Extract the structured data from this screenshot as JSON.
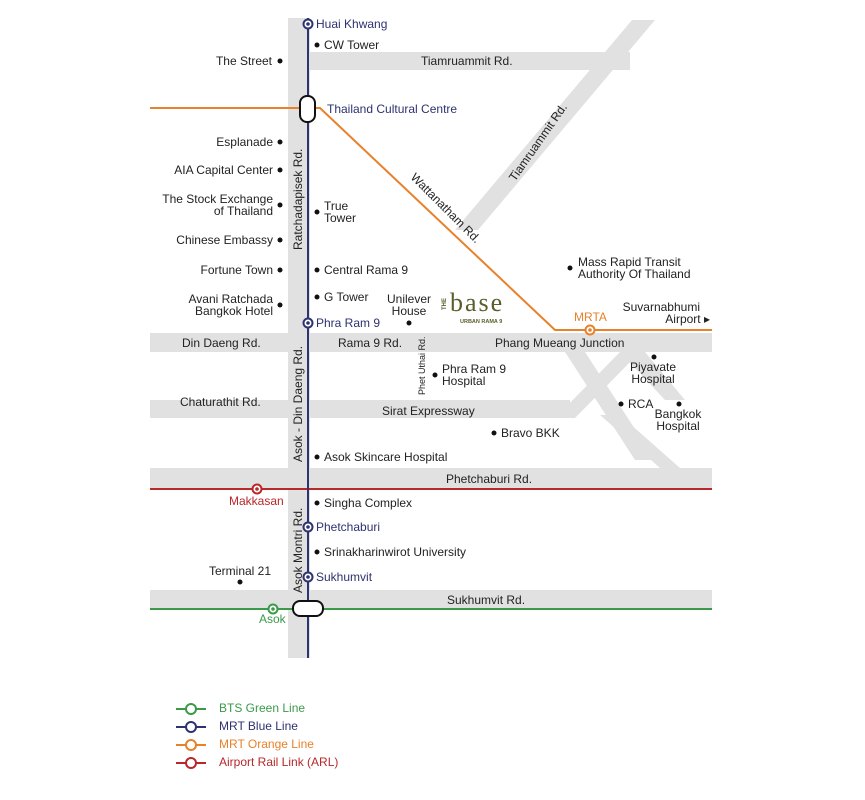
{
  "colors": {
    "road": "#e1e1e1",
    "blue_line": "#2d3270",
    "orange_line": "#e8812a",
    "red_line": "#b8272a",
    "green_line": "#3a9a4a",
    "logo": "#5b5e2c"
  },
  "roads": {
    "tiamruammit_h": "Tiamruammit Rd.",
    "tiamruammit_d": "Tiamruammit Rd.",
    "wattanatham": "Wattanatham Rd.",
    "ratchadapisek": "Ratchadapisek Rd.",
    "asok_din_daeng": "Asok - Din Daeng Rd.",
    "asok_montri": "Asok Montri Rd.",
    "din_daeng": "Din Daeng Rd.",
    "rama9": "Rama 9 Rd.",
    "phang_mueang": "Phang Mueang Junction",
    "phet_uthai": "Phet Uthai Rd.",
    "chaturathit": "Chaturathit Rd.",
    "sirat": "Sirat Expressway",
    "phetchaburi": "Phetchaburi Rd.",
    "sukhumvit": "Sukhumvit Rd."
  },
  "stations": {
    "huai_khwang": "Huai Khwang",
    "thailand_cultural": "Thailand Cultural Centre",
    "phra_ram9": "Phra Ram 9",
    "mrta": "MRTA",
    "makkasan": "Makkasan",
    "phetchaburi": "Phetchaburi",
    "sukhumvit": "Sukhumvit",
    "asok": "Asok"
  },
  "poi": {
    "cw_tower": "CW Tower",
    "the_street": "The Street",
    "esplanade": "Esplanade",
    "aia": "AIA Capital Center",
    "stock_exchange_1": "The Stock Exchange",
    "stock_exchange_2": "of Thailand",
    "true_tower_1": "True",
    "true_tower_2": "Tower",
    "chinese_embassy": "Chinese Embassy",
    "fortune_town": "Fortune Town",
    "central_rama9": "Central Rama 9",
    "avani_1": "Avani Ratchada",
    "avani_2": "Bangkok Hotel",
    "g_tower": "G Tower",
    "unilever_1": "Unilever",
    "unilever_2": "House",
    "mrta_auth_1": "Mass Rapid Transit",
    "mrta_auth_2": "Authority Of Thailand",
    "suvarnabhumi_1": "Suvarnabhumi",
    "suvarnabhumi_2": "Airport ▸",
    "phra_ram9_hosp_1": "Phra Ram 9",
    "phra_ram9_hosp_2": "Hospital",
    "piyavate_1": "Piyavate",
    "piyavate_2": "Hospital",
    "rca": "RCA",
    "bangkok_hosp_1": "Bangkok",
    "bangkok_hosp_2": "Hospital",
    "bravo_bkk": "Bravo BKK",
    "asok_skincare": "Asok Skincare Hospital",
    "singha": "Singha Complex",
    "srinakharinwirot": "Srinakharinwirot University",
    "terminal21": "Terminal 21"
  },
  "logo": {
    "the": "THE",
    "base": "base",
    "sub": "URBAN RAMA 9"
  },
  "legend": [
    {
      "label": "BTS Green Line",
      "color": "#3a9a4a"
    },
    {
      "label": "MRT Blue Line",
      "color": "#2d3270"
    },
    {
      "label": "MRT Orange Line",
      "color": "#e8812a"
    },
    {
      "label": "Airport Rail Link (ARL)",
      "color": "#b8272a"
    }
  ]
}
